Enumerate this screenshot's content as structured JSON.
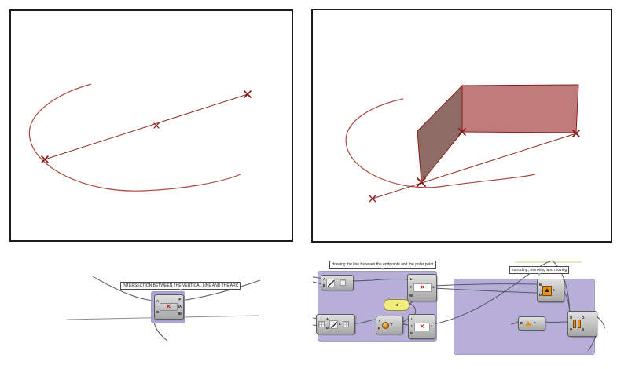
{
  "labels": {
    "left_canvas": "INTERSECTION BETWEEN THE VERTICAL LINE AND THE ARC",
    "group_line": "drawing the line between the endpoints and the polar point",
    "group_extrude": "extruding, mirroring and moving"
  },
  "slider": {
    "value": "-1"
  },
  "glyphs": {
    "cross": "✕"
  },
  "components": {
    "ccx": {
      "icon": "curve-curve-intersection-icon",
      "inputs": [
        "A",
        "B"
      ],
      "outputs": [
        "P",
        "tA",
        "tB"
      ]
    },
    "line1": {
      "icon": "line-pencil-icon",
      "inputs": [
        "A",
        "B"
      ],
      "outputs": [
        "L"
      ]
    },
    "line2": {
      "icon": "line-pencil-icon",
      "inputs": [
        "A",
        "B"
      ],
      "outputs": [
        "L"
      ]
    },
    "polar": {
      "icon": "polar-point-icon",
      "inputs": [
        "T",
        "P"
      ],
      "outputs": [
        "T"
      ]
    },
    "redx1": {
      "icon": "red-x-box-icon",
      "inputs": [
        "L",
        "t",
        "W"
      ],
      "outputs": [
        "L"
      ]
    },
    "redx2": {
      "icon": "red-x-box-icon",
      "inputs": [
        "L",
        "t",
        "W"
      ],
      "outputs": [
        "L"
      ]
    },
    "extrude": {
      "icon": "extrude-arrow-icon",
      "inputs": [
        "B",
        "D"
      ],
      "outputs": [
        "E"
      ]
    },
    "unit": {
      "icon": "orange-triangle-icon",
      "inputs": [
        "D"
      ],
      "outputs": [
        "F"
      ]
    },
    "mirror": {
      "icon": "mirror-bars-icon",
      "inputs": [
        "G",
        "P"
      ],
      "outputs": [
        "G",
        "X"
      ]
    }
  },
  "colors": {
    "geometry_red": "#8e2b22",
    "surface_front": "#c07b7b",
    "surface_side": "#8f6b66",
    "group_purple": "#b7afd7",
    "slider_yellow": "#f1ec7d"
  }
}
